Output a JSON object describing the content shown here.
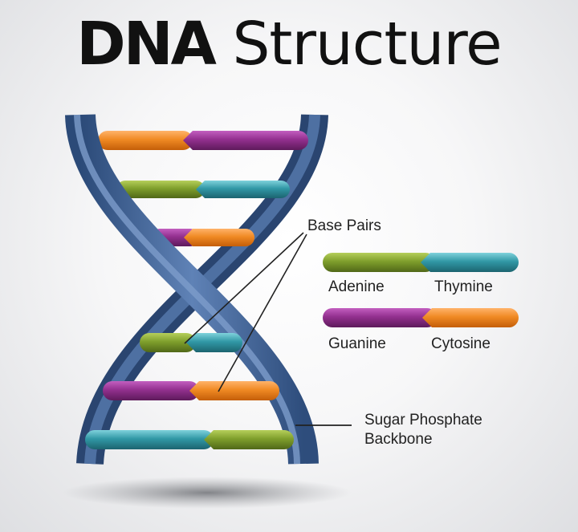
{
  "title": {
    "bold": "DNA",
    "thin": "Structure"
  },
  "labels": {
    "base_pairs": "Base Pairs",
    "backbone_line1": "Sugar Phosphate",
    "backbone_line2": "Backbone"
  },
  "legend": [
    {
      "left": "Adenine",
      "right": "Thymine",
      "left_color": "#7a9a2a",
      "right_color": "#2f95a3"
    },
    {
      "left": "Guanine",
      "right": "Cytosine",
      "left_color": "#8c2a8a",
      "right_color": "#ee7a1a"
    }
  ],
  "colors": {
    "backbone": "#3f5f8f",
    "adenine": "#7a9a2a",
    "thymine": "#2f95a3",
    "guanine": "#8c2a8a",
    "cytosine": "#ee7a1a"
  }
}
